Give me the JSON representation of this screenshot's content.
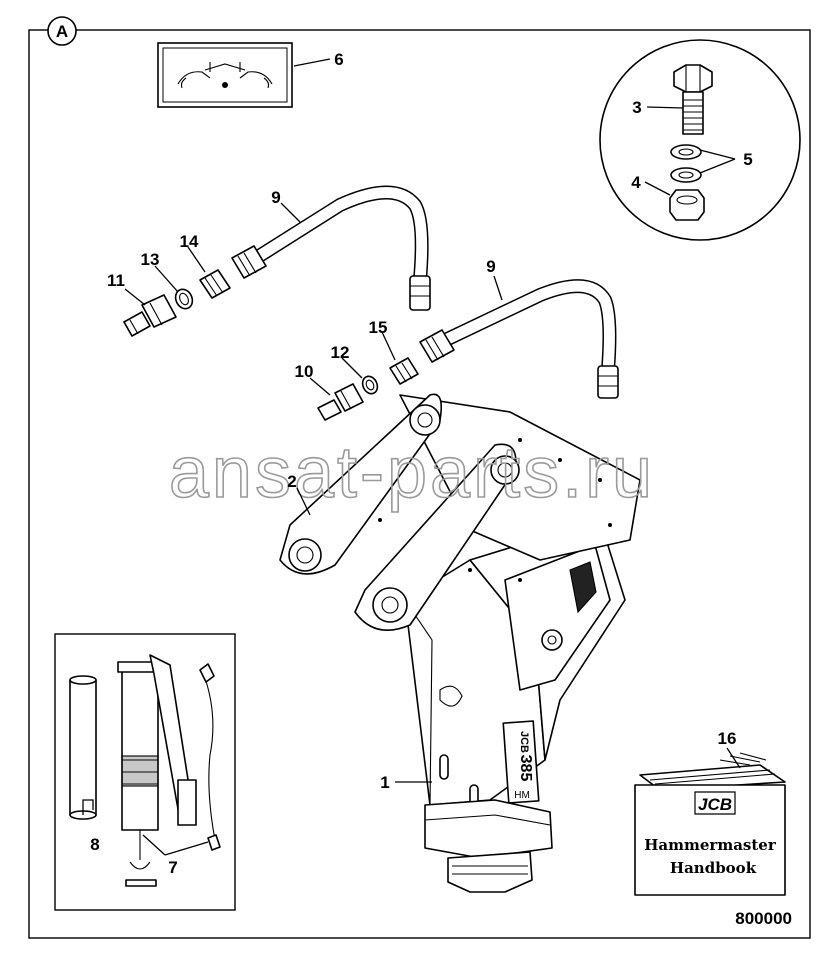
{
  "view_label": "A",
  "callouts": {
    "c1": "1",
    "c2": "2",
    "c3": "3",
    "c4": "4",
    "c5": "5",
    "c6": "6",
    "c7": "7",
    "c8": "8",
    "c9a": "9",
    "c9b": "9",
    "c10": "10",
    "c11": "11",
    "c12": "12",
    "c13": "13",
    "c14": "14",
    "c15": "15",
    "c16": "16"
  },
  "hammer_model": "385",
  "hammer_badge": "HM",
  "book": {
    "brand": "JCB",
    "line1": "Hammermaster",
    "line2": "Handbook"
  },
  "watermark": "ansat-parts.ru",
  "drawing_ref": "800000",
  "colors": {
    "ink": "#000000",
    "watermark": "#9a9a9a",
    "paper": "#ffffff"
  }
}
